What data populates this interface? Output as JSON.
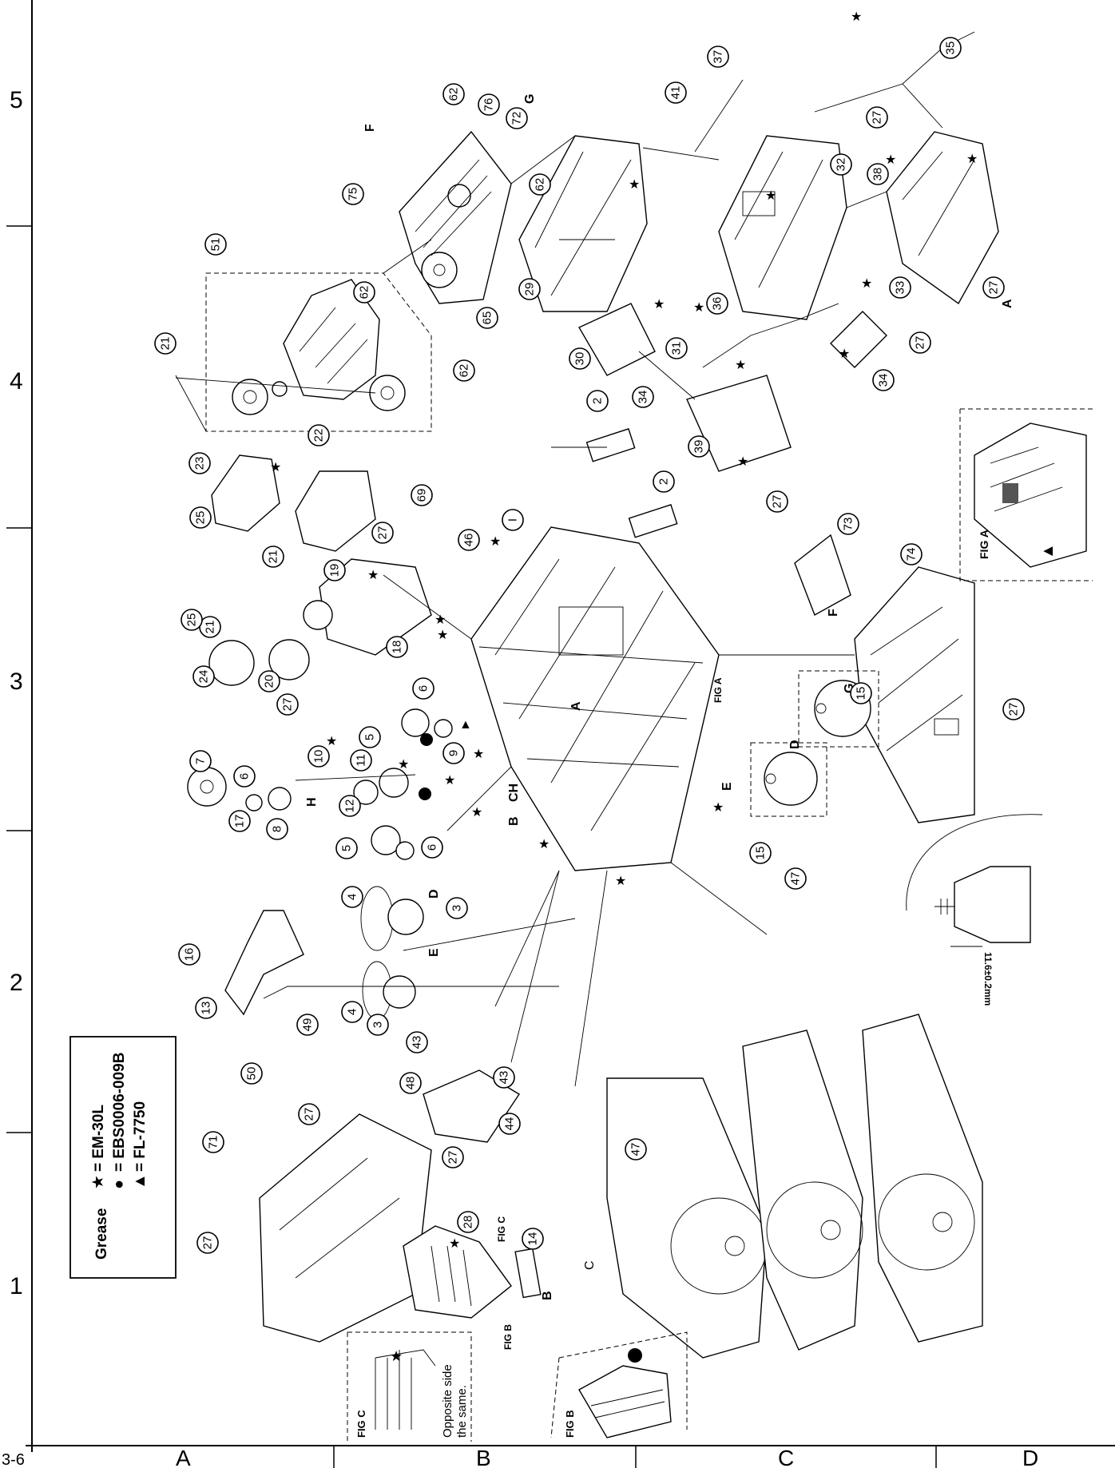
{
  "page": {
    "number": "3-6"
  },
  "grid": {
    "row_labels": [
      "5",
      "4",
      "3",
      "2",
      "1"
    ],
    "col_labels": [
      "A",
      "B",
      "C",
      "D"
    ]
  },
  "legend": {
    "title": "Grease",
    "items": [
      {
        "symbol": "★",
        "text": "= EM-30L"
      },
      {
        "symbol": "●",
        "text": "= EBS0006-009B"
      },
      {
        "symbol": "▲",
        "text": "= FL-7750"
      }
    ]
  },
  "figures": {
    "fig_a": "FIG A",
    "fig_b": "FIG B",
    "fig_c": "FIG C",
    "fig_c_note_1": "Opposite side",
    "fig_c_note_2": "the same."
  },
  "dimension": {
    "text": "11.6±0.2mm"
  },
  "connector_letters": [
    "A",
    "B",
    "C",
    "D",
    "E",
    "F",
    "G",
    "H",
    "CH"
  ],
  "callouts": [
    "2",
    "3",
    "4",
    "5",
    "6",
    "7",
    "8",
    "9",
    "10",
    "11",
    "12",
    "13",
    "14",
    "15",
    "16",
    "17",
    "18",
    "19",
    "20",
    "21",
    "22",
    "23",
    "24",
    "25",
    "27",
    "28",
    "29",
    "30",
    "31",
    "32",
    "33",
    "34",
    "35",
    "36",
    "37",
    "38",
    "39",
    "41",
    "43",
    "44",
    "46",
    "47",
    "48",
    "49",
    "50",
    "51",
    "62",
    "65",
    "69",
    "71",
    "72",
    "73",
    "74",
    "75",
    "76",
    "I"
  ]
}
